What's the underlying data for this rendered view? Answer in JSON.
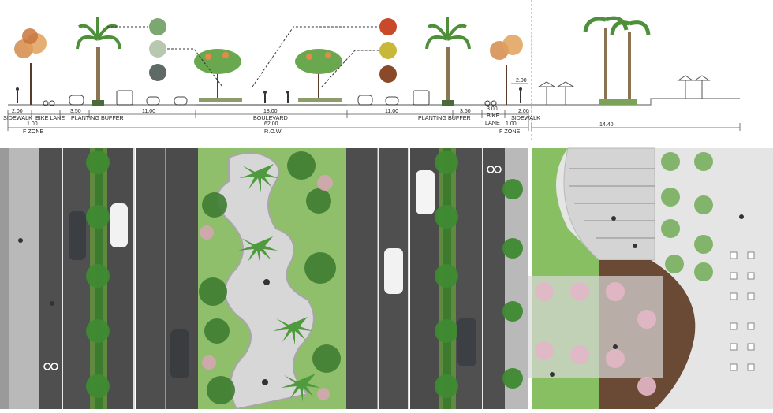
{
  "section": {
    "dims_left": [
      "2.00",
      "3.50",
      "11.00",
      "18.00",
      "11.00",
      "3.50",
      "3.00",
      "2.00",
      "1.00",
      "62.00",
      "14.40",
      "2.00"
    ],
    "dims_right_small": [
      "1.00",
      "2.00"
    ],
    "labels": {
      "sidewalk_left": "SIDEWALK",
      "bike_left": "BIKE LANE",
      "fzone_left": "F ZONE",
      "buffer_left": "PLANTING BUFFER",
      "boulevard": "BOULEVARD",
      "row": "R.O.W",
      "buffer_right": "PLANTING BUFFER",
      "bike_right_1": "BIKE",
      "bike_right_2": "LANE",
      "sidewalk_right": "SIDEWALK",
      "fzone_right": "F ZONE"
    }
  },
  "colors": {
    "asphalt": "#4a4a4a",
    "asphalt_light": "#5b5b5b",
    "grass": "#7bb25a",
    "paving": "#d6d6d6",
    "wood": "#6b4a35",
    "pink": "#e4b7c8",
    "palm": "#3f7d32",
    "tree_canopy": "#6aa84f",
    "autumn_tree": "#d8894a"
  },
  "icons": [
    "palm-tree-icon",
    "bike-icon",
    "car-icon",
    "bus-icon",
    "person-icon",
    "umbrella-icon"
  ]
}
